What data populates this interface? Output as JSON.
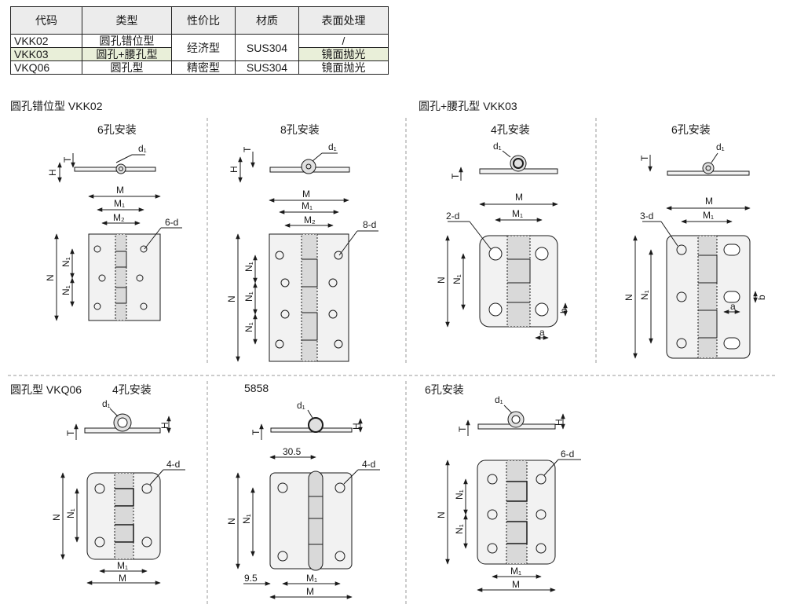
{
  "table": {
    "headers": [
      "代码",
      "类型",
      "性价比",
      "材质",
      "表面处理"
    ],
    "rows": [
      {
        "code": "VKK02",
        "type": "圆孔错位型",
        "cost": "经济型",
        "material": "SUS304",
        "surface": "/"
      },
      {
        "code": "VKK03",
        "type": "圆孔+腰孔型",
        "cost": "经济型",
        "material": "SUS304",
        "surface": "镜面抛光"
      },
      {
        "code": "VKQ06",
        "type": "圆孔型",
        "cost": "精密型",
        "material": "SUS304",
        "surface": "镜面抛光"
      }
    ]
  },
  "sections": {
    "vkk02": "圆孔错位型 VKK02",
    "vkk03": "圆孔+腰孔型 VKK03",
    "vkq06": "圆孔型 VKQ06"
  },
  "variants": {
    "vkk02_6": "6孔安装",
    "vkk02_8": "8孔安装",
    "vkk03_4": "4孔安装",
    "vkk03_6": "6孔安装",
    "vkq06_4": "4孔安装",
    "vkq06_5858": "5858",
    "vkq06_6": "6孔安装"
  },
  "dims": {
    "M": "M",
    "M1": "M₁",
    "M2": "M₂",
    "N": "N",
    "N1": "N₁",
    "H": "H",
    "T": "T",
    "d1": "d₁",
    "a": "a",
    "b": "b",
    "h6d": "6-d",
    "h8d": "8-d",
    "h2d": "2-d",
    "h3d": "3-d",
    "h4d": "4-d",
    "w305": "30.5",
    "w95": "9.5"
  },
  "colors": {
    "plate": "#f2f2f2",
    "knuckle": "#d9d9d9",
    "highlight": "#e9efd9",
    "line": "#1a1a1a",
    "dash": "#8a8a8a"
  }
}
